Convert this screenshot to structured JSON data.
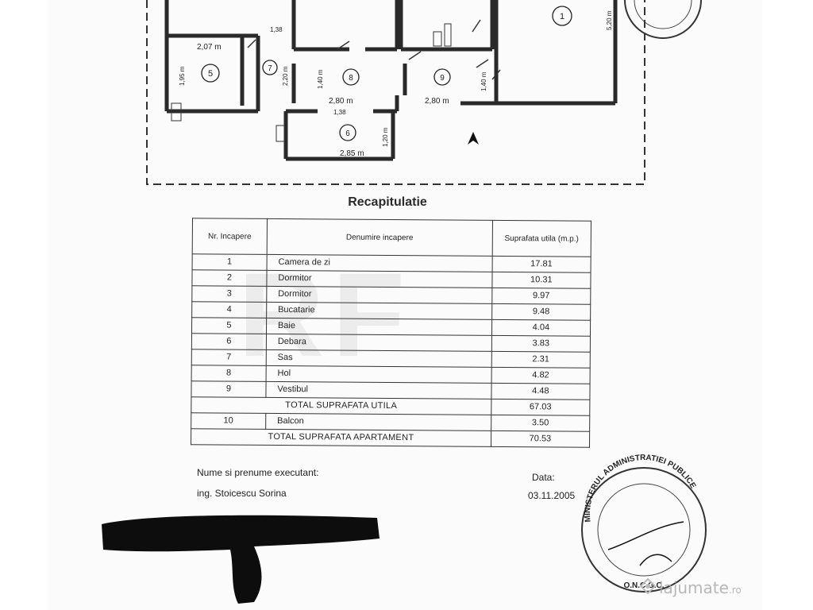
{
  "plan": {
    "rooms": [
      {
        "id": "room-1",
        "label": "1"
      },
      {
        "id": "room-5",
        "label": "5"
      },
      {
        "id": "room-7",
        "label": "7"
      },
      {
        "id": "room-8",
        "label": "8"
      },
      {
        "id": "room-9",
        "label": "9"
      },
      {
        "id": "room-6",
        "label": "6"
      }
    ],
    "dimensions": [
      "2,07 m",
      "1,95 m",
      "2,80 m",
      "2,80 m",
      "2,85 m",
      "1,20 m",
      "1,38",
      "1,40 m",
      "1,40 m",
      "2,20 m",
      "5,20 m",
      "1,38"
    ]
  },
  "recap": {
    "title": "Recapitulatie",
    "headers": {
      "nr": "Nr. Incapere",
      "name": "Denumire incapere",
      "area": "Suprafata utila (m.p.)"
    },
    "rows": [
      {
        "nr": "1",
        "name": "Camera de zi",
        "area": "17.81"
      },
      {
        "nr": "2",
        "name": "Dormitor",
        "area": "10.31"
      },
      {
        "nr": "3",
        "name": "Dormitor",
        "area": "9.97"
      },
      {
        "nr": "4",
        "name": "Bucatarie",
        "area": "9.48"
      },
      {
        "nr": "5",
        "name": "Baie",
        "area": "4.04"
      },
      {
        "nr": "6",
        "name": "Debara",
        "area": "3.83"
      },
      {
        "nr": "7",
        "name": "Sas",
        "area": "2.31"
      },
      {
        "nr": "8",
        "name": "Hol",
        "area": "4.82"
      },
      {
        "nr": "9",
        "name": "Vestibul",
        "area": "4.48"
      }
    ],
    "total_util": {
      "label": "TOTAL SUPRAFATA UTILA",
      "area": "67.03"
    },
    "balcony": {
      "nr": "10",
      "name": "Balcon",
      "area": "3.50"
    },
    "total_apartment": {
      "label": "TOTAL SUPRAFATA APARTAMENT",
      "area": "70.53"
    }
  },
  "footer": {
    "executant_label": "Nume si prenume executant:",
    "executant_name": "ing. Stoicescu Sorina",
    "date_label": "Data:",
    "date_value": "03.11.2005"
  },
  "stamp": {
    "ring_text": "MINISTERUL ADMINISTRATIEI PUBLICE",
    "bottom_text": "O.N.C.G.C."
  },
  "brand": {
    "name": "lajumate",
    "domain": ".ro"
  },
  "colors": {
    "ink": "#222222",
    "paper": "#fbfbfb",
    "redaction": "#0d0d0d",
    "brand": "#aaaaaa"
  }
}
